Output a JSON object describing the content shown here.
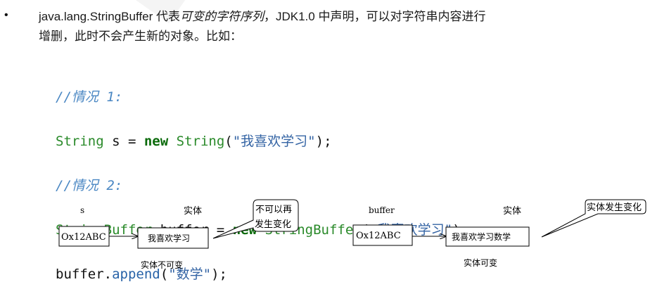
{
  "watermark": {
    "color": "#f1f1f1"
  },
  "bullet": "•",
  "paragraph": {
    "part1": "java.lang.StringBuffer 代表",
    "emphasis": "可变的字符序列",
    "part2": "，JDK1.0 中声明，可以对字符串内容进行",
    "line2": "增删，此时不会产生新的对象。比如："
  },
  "code": {
    "comment1": "//情况 1:",
    "line1": {
      "type": "String",
      "var": " s ",
      "eq": "= ",
      "kw": "new",
      "sp": " ",
      "ctor": "String",
      "open": "(",
      "str": "\"我喜欢学习\"",
      "close": ");"
    },
    "comment2": "//情况 2:",
    "line2": {
      "type": "StringBuffer",
      "var": " buffer ",
      "eq": "= ",
      "kw": "new",
      "sp": " ",
      "ctor": "StringBuffer",
      "open": "(",
      "str": "\"我喜欢学习\"",
      "close": ");"
    },
    "line3": {
      "obj": "buffer",
      "dot": ".",
      "method": "append",
      "open": "(",
      "str": "\"数学\"",
      "close": ");"
    }
  },
  "diagram_left": {
    "var_label": "s",
    "entity_label": "实体",
    "ref_value": "Ox12ABC",
    "entity_value": "我喜欢学习",
    "caption": "实体不可变",
    "callout_line1": "不可以再",
    "callout_line2": "发生变化"
  },
  "diagram_right": {
    "var_label": "buffer",
    "entity_label": "实体",
    "ref_value": "Ox12ABC",
    "entity_value": "我喜欢学习数学",
    "caption": "实体可变",
    "callout": "实体发生变化"
  }
}
